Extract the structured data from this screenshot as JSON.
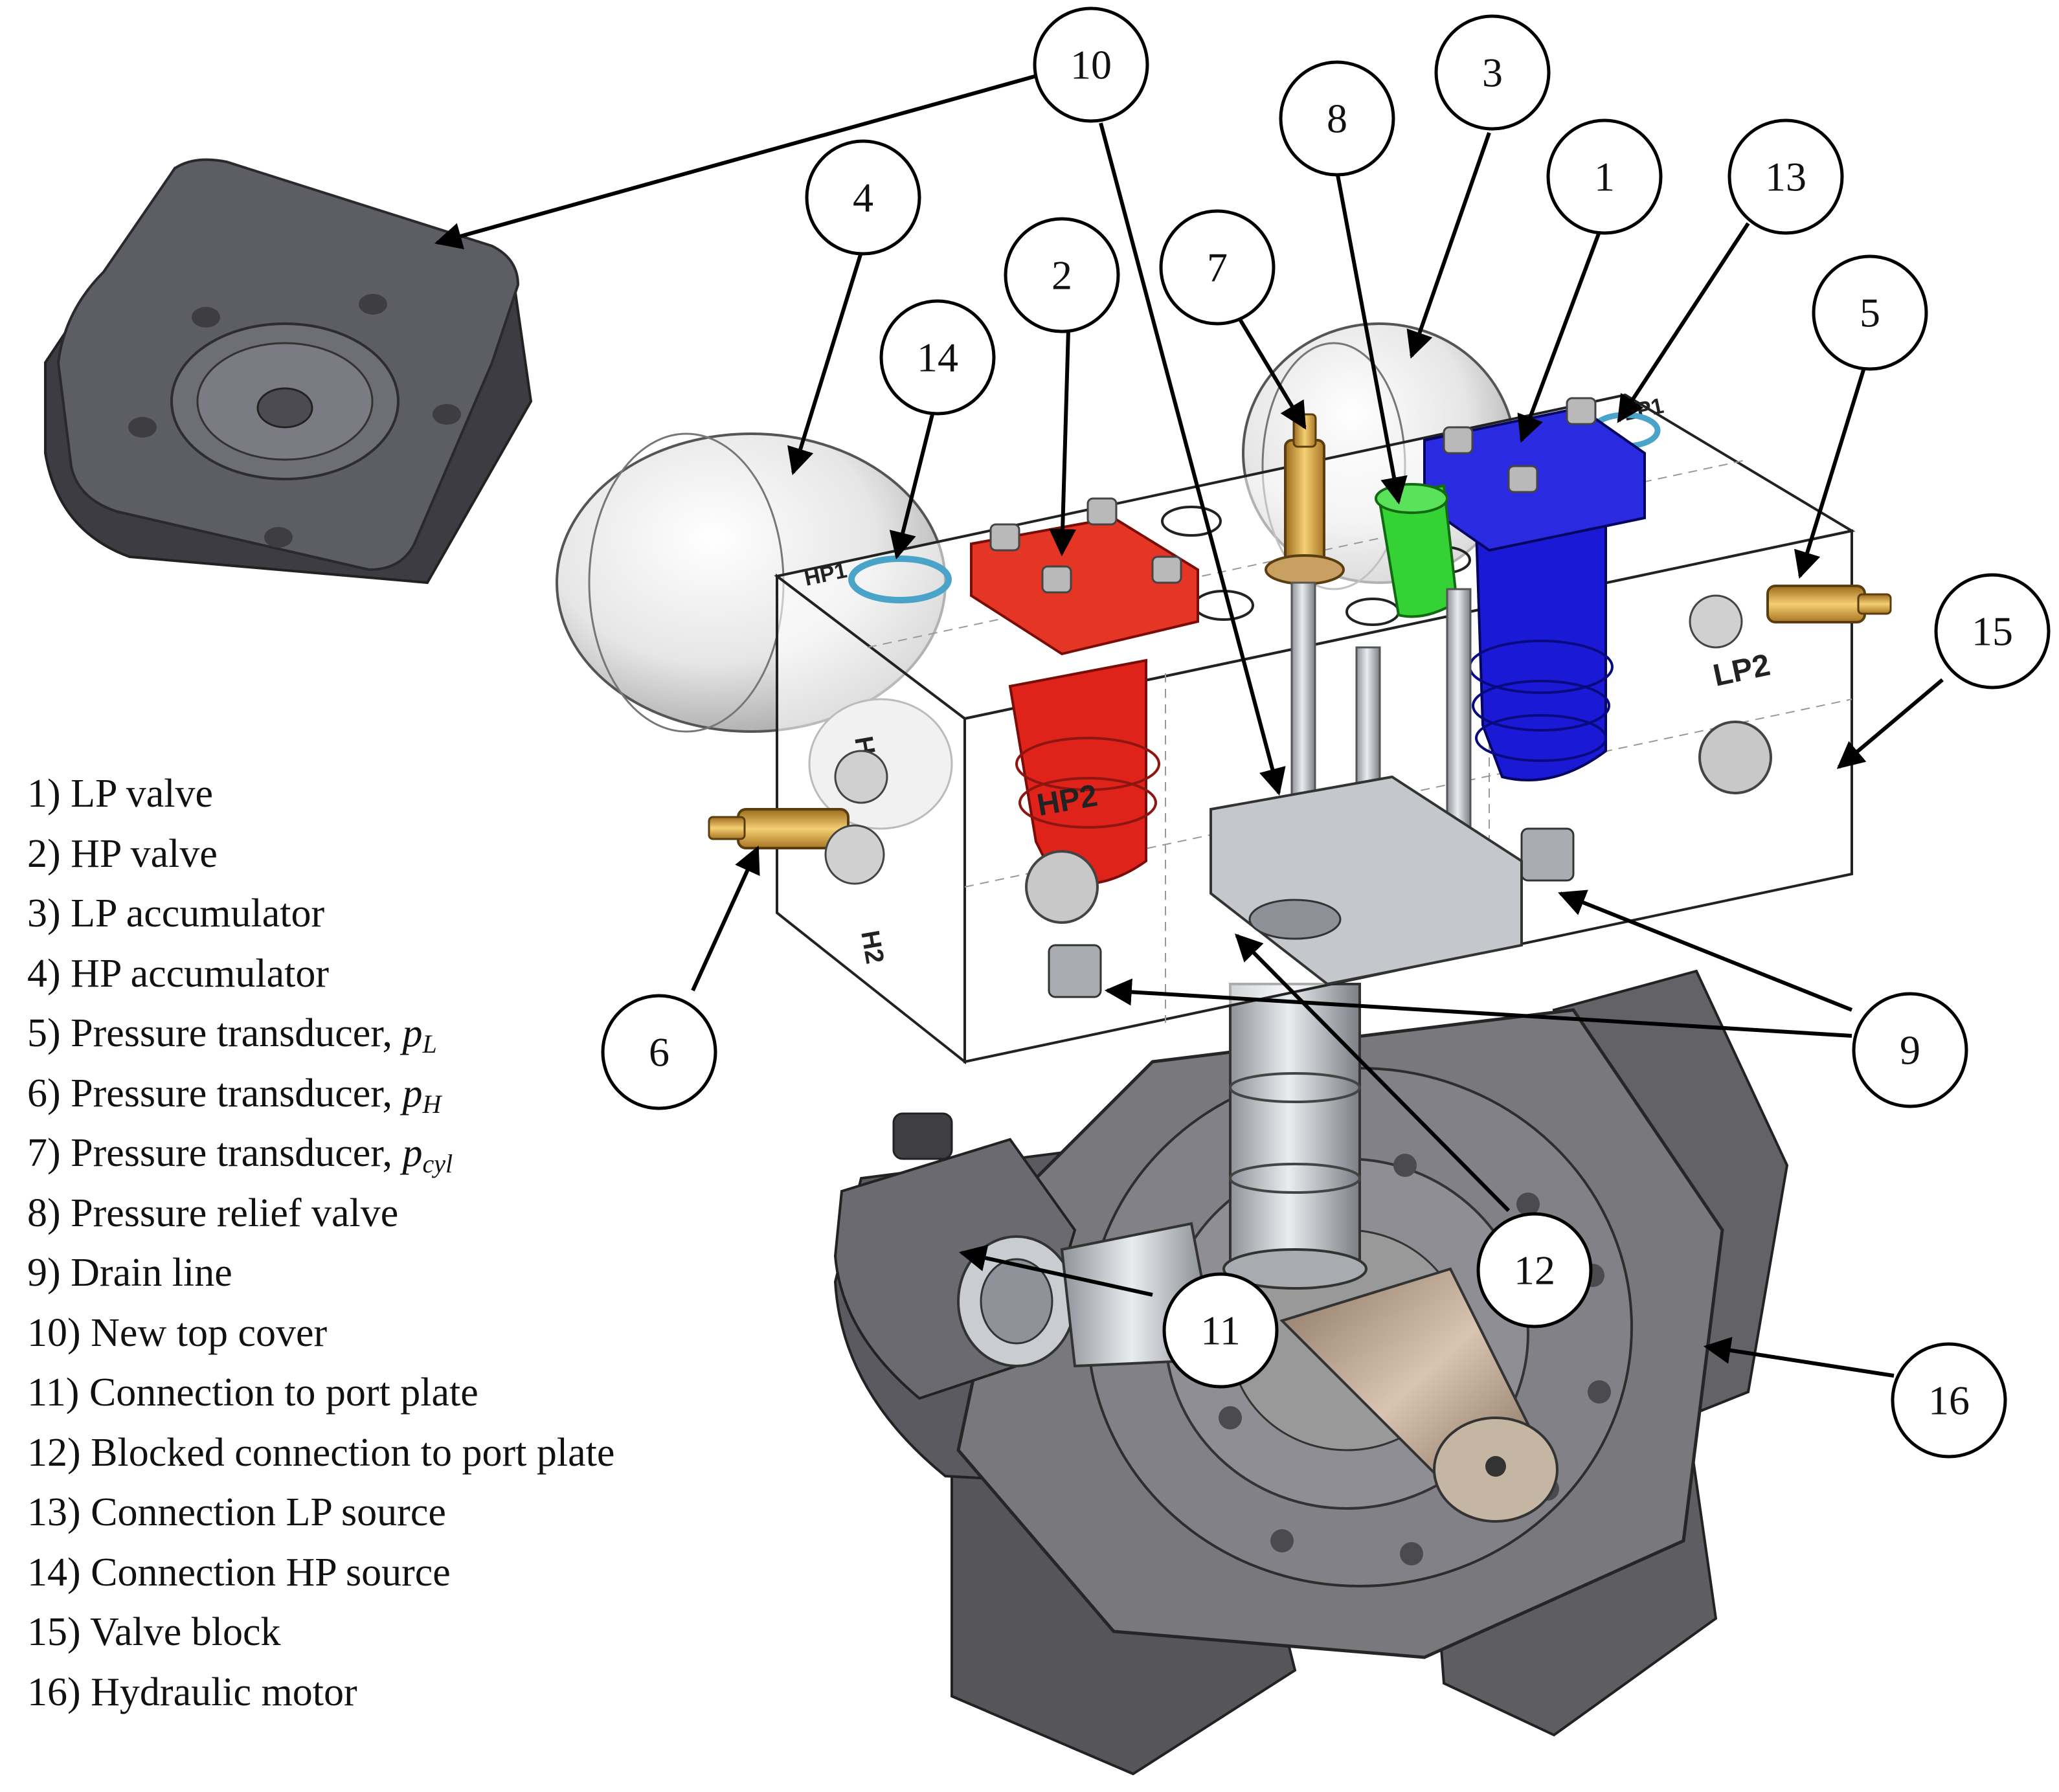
{
  "callouts": [
    {
      "id": "1",
      "label": "1"
    },
    {
      "id": "2",
      "label": "2"
    },
    {
      "id": "3",
      "label": "3"
    },
    {
      "id": "4",
      "label": "4"
    },
    {
      "id": "5",
      "label": "5"
    },
    {
      "id": "6",
      "label": "6"
    },
    {
      "id": "7",
      "label": "7"
    },
    {
      "id": "8",
      "label": "8"
    },
    {
      "id": "9",
      "label": "9"
    },
    {
      "id": "10",
      "label": "10"
    },
    {
      "id": "11",
      "label": "11"
    },
    {
      "id": "12",
      "label": "12"
    },
    {
      "id": "13",
      "label": "13"
    },
    {
      "id": "14",
      "label": "14"
    },
    {
      "id": "15",
      "label": "15"
    },
    {
      "id": "16",
      "label": "16"
    }
  ],
  "legend": [
    {
      "num": "1)",
      "text": "LP valve"
    },
    {
      "num": "2)",
      "text": "HP valve"
    },
    {
      "num": "3)",
      "text": "LP accumulator"
    },
    {
      "num": "4)",
      "text": "HP accumulator"
    },
    {
      "num": "5)",
      "text": "Pressure transducer,",
      "symbol": "p",
      "subscript": "L"
    },
    {
      "num": "6)",
      "text": "Pressure transducer,",
      "symbol": "p",
      "subscript": "H"
    },
    {
      "num": "7)",
      "text": "Pressure transducer,",
      "symbol": "p",
      "subscript": "cyl"
    },
    {
      "num": "8)",
      "text": "Pressure relief valve"
    },
    {
      "num": "9)",
      "text": "Drain line"
    },
    {
      "num": "10)",
      "text": "New top cover"
    },
    {
      "num": "11)",
      "text": "Connection to port plate"
    },
    {
      "num": "12)",
      "text": "Blocked connection to port plate"
    },
    {
      "num": "13)",
      "text": "Connection LP source"
    },
    {
      "num": "14)",
      "text": "Connection HP source"
    },
    {
      "num": "15)",
      "text": "Valve block"
    },
    {
      "num": "16)",
      "text": "Hydraulic motor"
    }
  ],
  "block_labels": {
    "lp2": "LP2",
    "hp2": "HP2",
    "h1": "H1",
    "h2": "H2",
    "lp1": "LP1",
    "hp1": "HP1"
  },
  "colors": {
    "lp_valve": "#1a1ad6",
    "hp_valve": "#e0231a",
    "relief_valve": "#35d235",
    "transducer": "#e1a23c",
    "motor": "#6b6b6b",
    "top_cover": "#5a5a60",
    "accumulator": "#e8e8e8",
    "o_ring": "#4aa3c8",
    "connector": "#b89a80"
  }
}
